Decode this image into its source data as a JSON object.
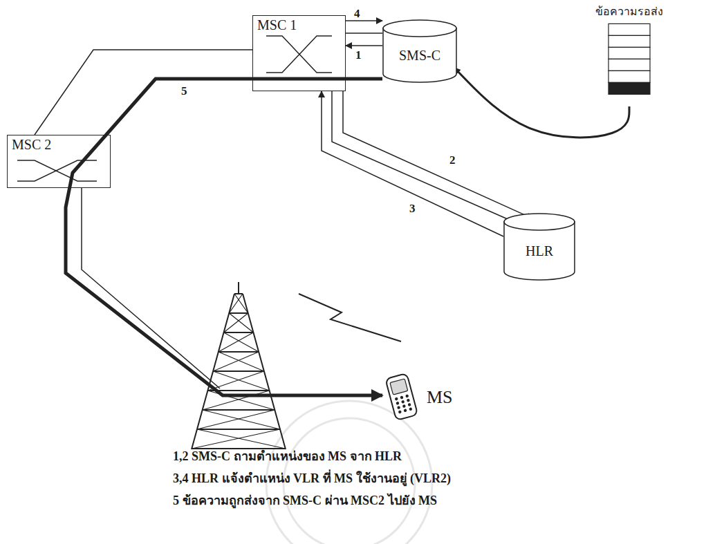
{
  "diagram": {
    "nodes": [
      {
        "text": [
          "MSC 1"
        ]
      },
      {
        "text": [
          "SMS-C"
        ]
      },
      {
        "text": [
          "ข้อความรอส่ง"
        ]
      },
      {
        "text": [
          "MSC 2"
        ]
      },
      {
        "text": [
          "HLR"
        ]
      },
      {
        "text": [
          "MS"
        ]
      }
    ],
    "edges": [
      {
        "from": 0,
        "to": 1,
        "arrow": "none"
      },
      {
        "from": 0,
        "to": 1,
        "arrow": "to",
        "label": "4"
      },
      {
        "from": 1,
        "to": 0,
        "arrow": "to",
        "label": "1"
      },
      {
        "from": 0,
        "to": 4,
        "arrow": "none"
      },
      {
        "from": 0,
        "to": 4,
        "arrow": "to",
        "label": "2"
      },
      {
        "from": 4,
        "to": 0,
        "arrow": "to",
        "label": "3"
      },
      {
        "from": 0,
        "to": 3,
        "arrow": "none"
      },
      {
        "from": 1,
        "to": 5,
        "arrow": "to",
        "label": "5"
      },
      {
        "from": 2,
        "to": 1,
        "arrow": "to"
      }
    ],
    "labels": [
      "1,2 SMS-C ถามตำแหน่งของ MS จาก HLR",
      "3,4 HLR แจ้งตำแหน่ง VLR ที่ MS ใช้งานอยู่ (VLR2)",
      "5 ข้อความถูกส่งจาก SMS-C ผ่าน MSC2 ไปยัง MS"
    ]
  }
}
